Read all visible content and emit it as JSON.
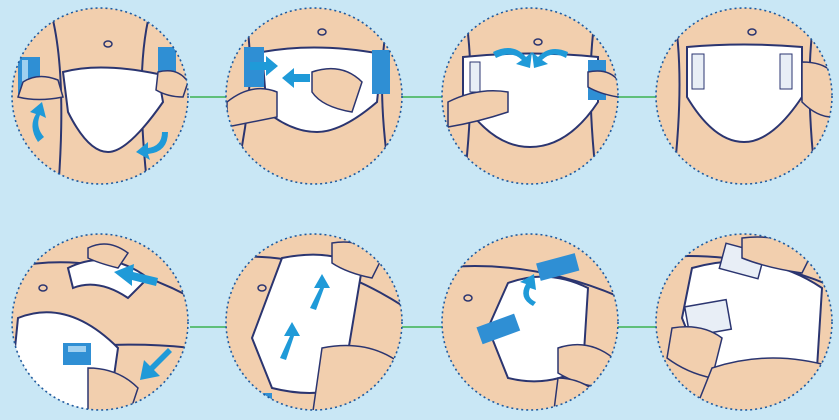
{
  "page": {
    "background": "#c9e7f5"
  },
  "colors": {
    "skin": "#f2cfae",
    "skin_shade": "#e3b48f",
    "outline": "#2b3570",
    "diaper": "#ffffff",
    "diaper_shade": "#e8eef6",
    "tab_blue": "#2f8fd4",
    "tab_light": "#9fd0f0",
    "arrow_blue": "#1f9ad8",
    "circle_border": "#1f5a9e",
    "connector": "#5fbf7a"
  },
  "rows": [
    {
      "name": "standing-application-steps",
      "steps": [
        {
          "id": "standing-step-1",
          "icon": "diaper-pull-up-icon",
          "arrows": 2
        },
        {
          "id": "standing-step-2",
          "icon": "diaper-adjust-front-icon",
          "arrows": 2
        },
        {
          "id": "standing-step-3",
          "icon": "diaper-fasten-tabs-icon",
          "arrows": 2
        },
        {
          "id": "standing-step-4",
          "icon": "diaper-secured-icon",
          "arrows": 0
        }
      ]
    },
    {
      "name": "lying-application-steps",
      "steps": [
        {
          "id": "lying-step-1",
          "icon": "diaper-place-under-icon",
          "arrows": 2
        },
        {
          "id": "lying-step-2",
          "icon": "diaper-fold-up-icon",
          "arrows": 2
        },
        {
          "id": "lying-step-3",
          "icon": "diaper-fasten-side-icon",
          "arrows": 1
        },
        {
          "id": "lying-step-4",
          "icon": "diaper-final-tab-icon",
          "arrows": 0
        }
      ]
    }
  ]
}
